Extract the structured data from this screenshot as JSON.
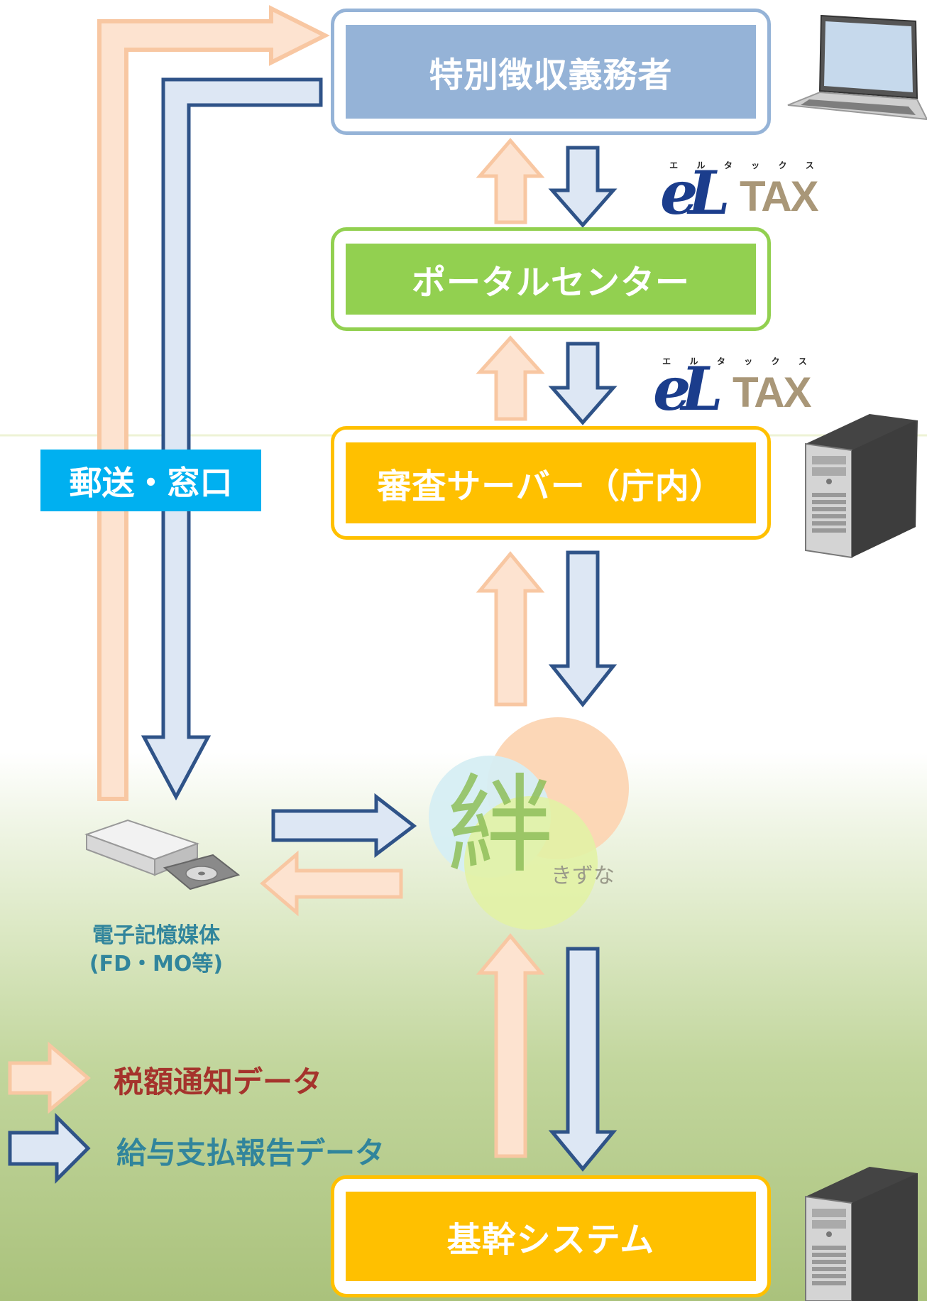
{
  "nodes": {
    "withholder": "特別徴収義務者",
    "portal": "ポータルセンター",
    "review_server": "審査サーバー（庁内）",
    "core_system": "基幹システム"
  },
  "mail_window": "郵送・窓口",
  "storage": {
    "line1": "電子記憶媒体",
    "line2": "(FD・MO等)"
  },
  "eltax": {
    "ruby": [
      "エ",
      "ル",
      "タ",
      "ッ",
      "ク",
      "ス"
    ],
    "mark": "eL",
    "tax": "TAX"
  },
  "kizuna": {
    "kanji": "絆",
    "kana": "きずな"
  },
  "legend": {
    "tax_notice": "税額通知データ",
    "salary_report": "給与支払報告データ"
  },
  "colors": {
    "orange_arrow_fill": "#fde3d0",
    "orange_arrow_stroke": "#f8c7a2",
    "blue_arrow_fill": "#dde7f4",
    "blue_arrow_stroke": "#2f5388",
    "withholder_box": "#95b3d7",
    "portal_box": "#92d050",
    "server_box": "#ffc000",
    "mail_box": "#00b0f0",
    "legend_tax": "#a5332c",
    "legend_salary": "#31859c"
  }
}
